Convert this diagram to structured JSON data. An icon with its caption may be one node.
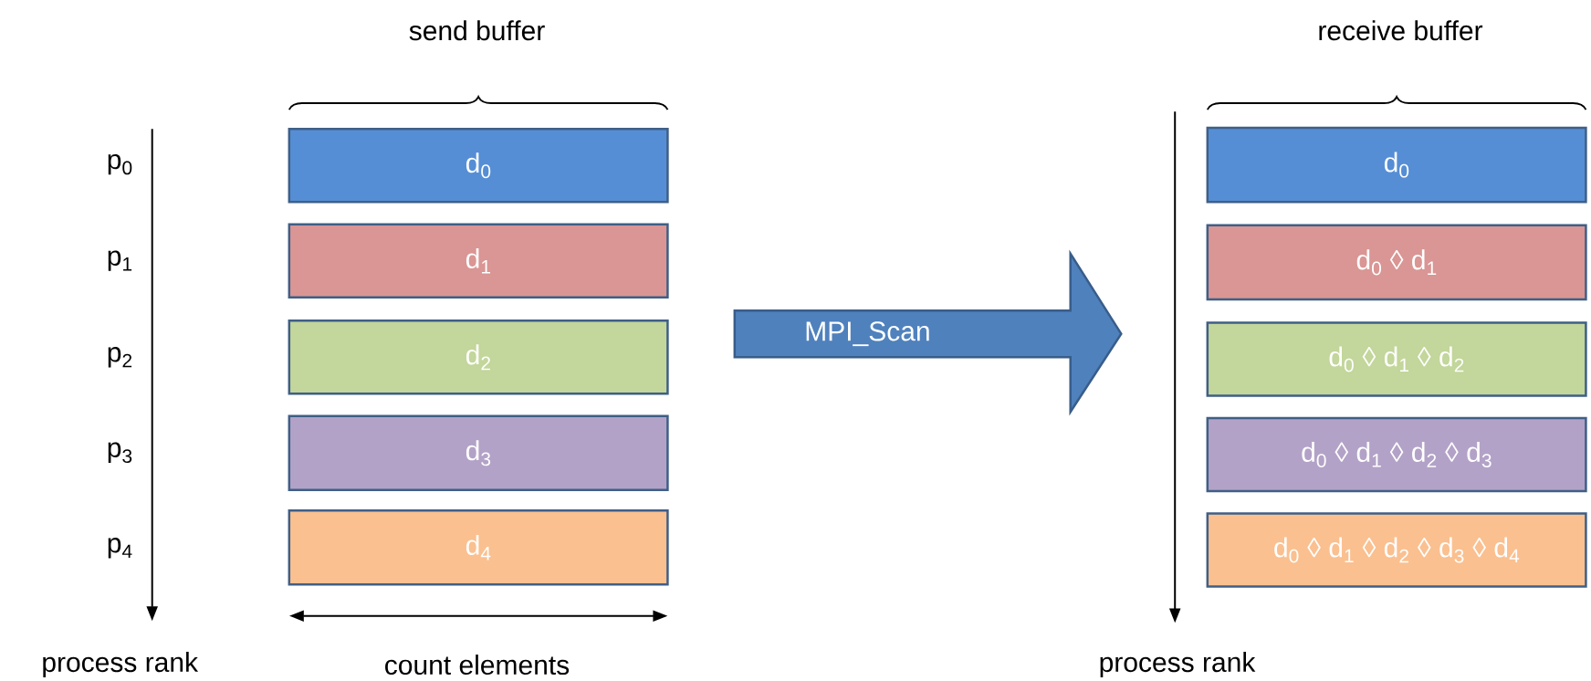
{
  "diagram": {
    "nodes": [
      {
        "text": [
          "d$_{0}$"
        ]
      },
      {
        "text": [
          "d$_{1}$"
        ]
      },
      {
        "text": [
          "d$_{2}$"
        ]
      },
      {
        "text": [
          "d$_{3}$"
        ]
      },
      {
        "text": [
          "d$_{4}$"
        ]
      },
      {
        "text": [
          "d$_{0}$"
        ]
      },
      {
        "text": [
          "d$_{0}$ ◊ d$_{1}$"
        ]
      },
      {
        "text": [
          "d$_{0}$ ◊ d$_{1}$ ◊ d$_{2}$"
        ]
      },
      {
        "text": [
          "d$_{0}$ ◊ d$_{1}$ ◊ d$_{2}$ ◊ d$_{3}$"
        ]
      },
      {
        "text": [
          "d$_{0}$ ◊ d$_{1}$ ◊ d$_{2}$ ◊ d$_{3}$ ◊ d$_{4}$"
        ]
      },
      {
        "text": [
          "MPI_Scan"
        ]
      }
    ],
    "labels": [
      "send buffer",
      "receive buffer",
      "p$_{0}$",
      "p$_{1}$",
      "p$_{2}$",
      "p$_{3}$",
      "p$_{4}$",
      "process rank",
      "count elements",
      "process rank"
    ]
  }
}
